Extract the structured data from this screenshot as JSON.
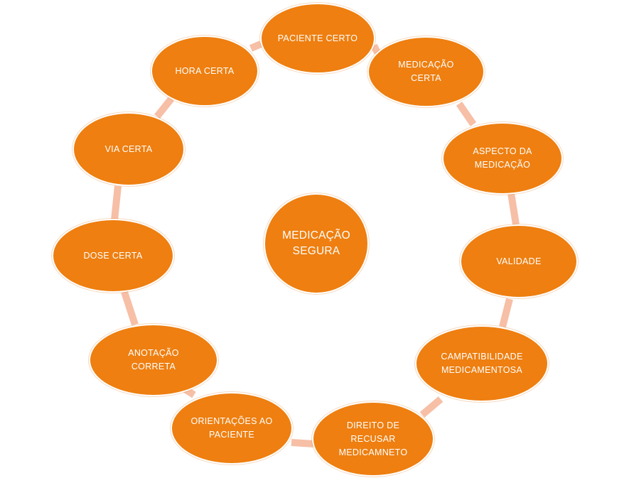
{
  "colors": {
    "node_fill": "#EE7F10",
    "node_border": "#FFFFFF",
    "connector": "#F6BFA6",
    "text": "#FFFFFF"
  },
  "center": {
    "label": "MEDICAÇÃO\nSEGURA"
  },
  "nodes": [
    {
      "id": "paciente-certo",
      "label": "PACIENTE CERTO"
    },
    {
      "id": "medicacao-certa",
      "label": "MEDICAÇÃO\nCERTA"
    },
    {
      "id": "aspecto-da-medicacao",
      "label": "ASPECTO DA\nMEDICAÇÃO"
    },
    {
      "id": "validade",
      "label": "VALIDADE"
    },
    {
      "id": "compatibilidade-medicamentosa",
      "label": "CAMPATIBILIDADE\nMEDICAMENTOSA"
    },
    {
      "id": "direito-de-recusar",
      "label": "DIREITO DE\nRECUSAR\nMEDICAMNETO"
    },
    {
      "id": "orientacoes-ao-paciente",
      "label": "ORIENTAÇÕES  AO\nPACIENTE"
    },
    {
      "id": "anotacao-correta",
      "label": "ANOTAÇÃO\nCORRETA"
    },
    {
      "id": "dose-certa",
      "label": "DOSE CERTA"
    },
    {
      "id": "via-certa",
      "label": "VIA CERTA"
    },
    {
      "id": "hora-certa",
      "label": "HORA CERTA"
    }
  ]
}
